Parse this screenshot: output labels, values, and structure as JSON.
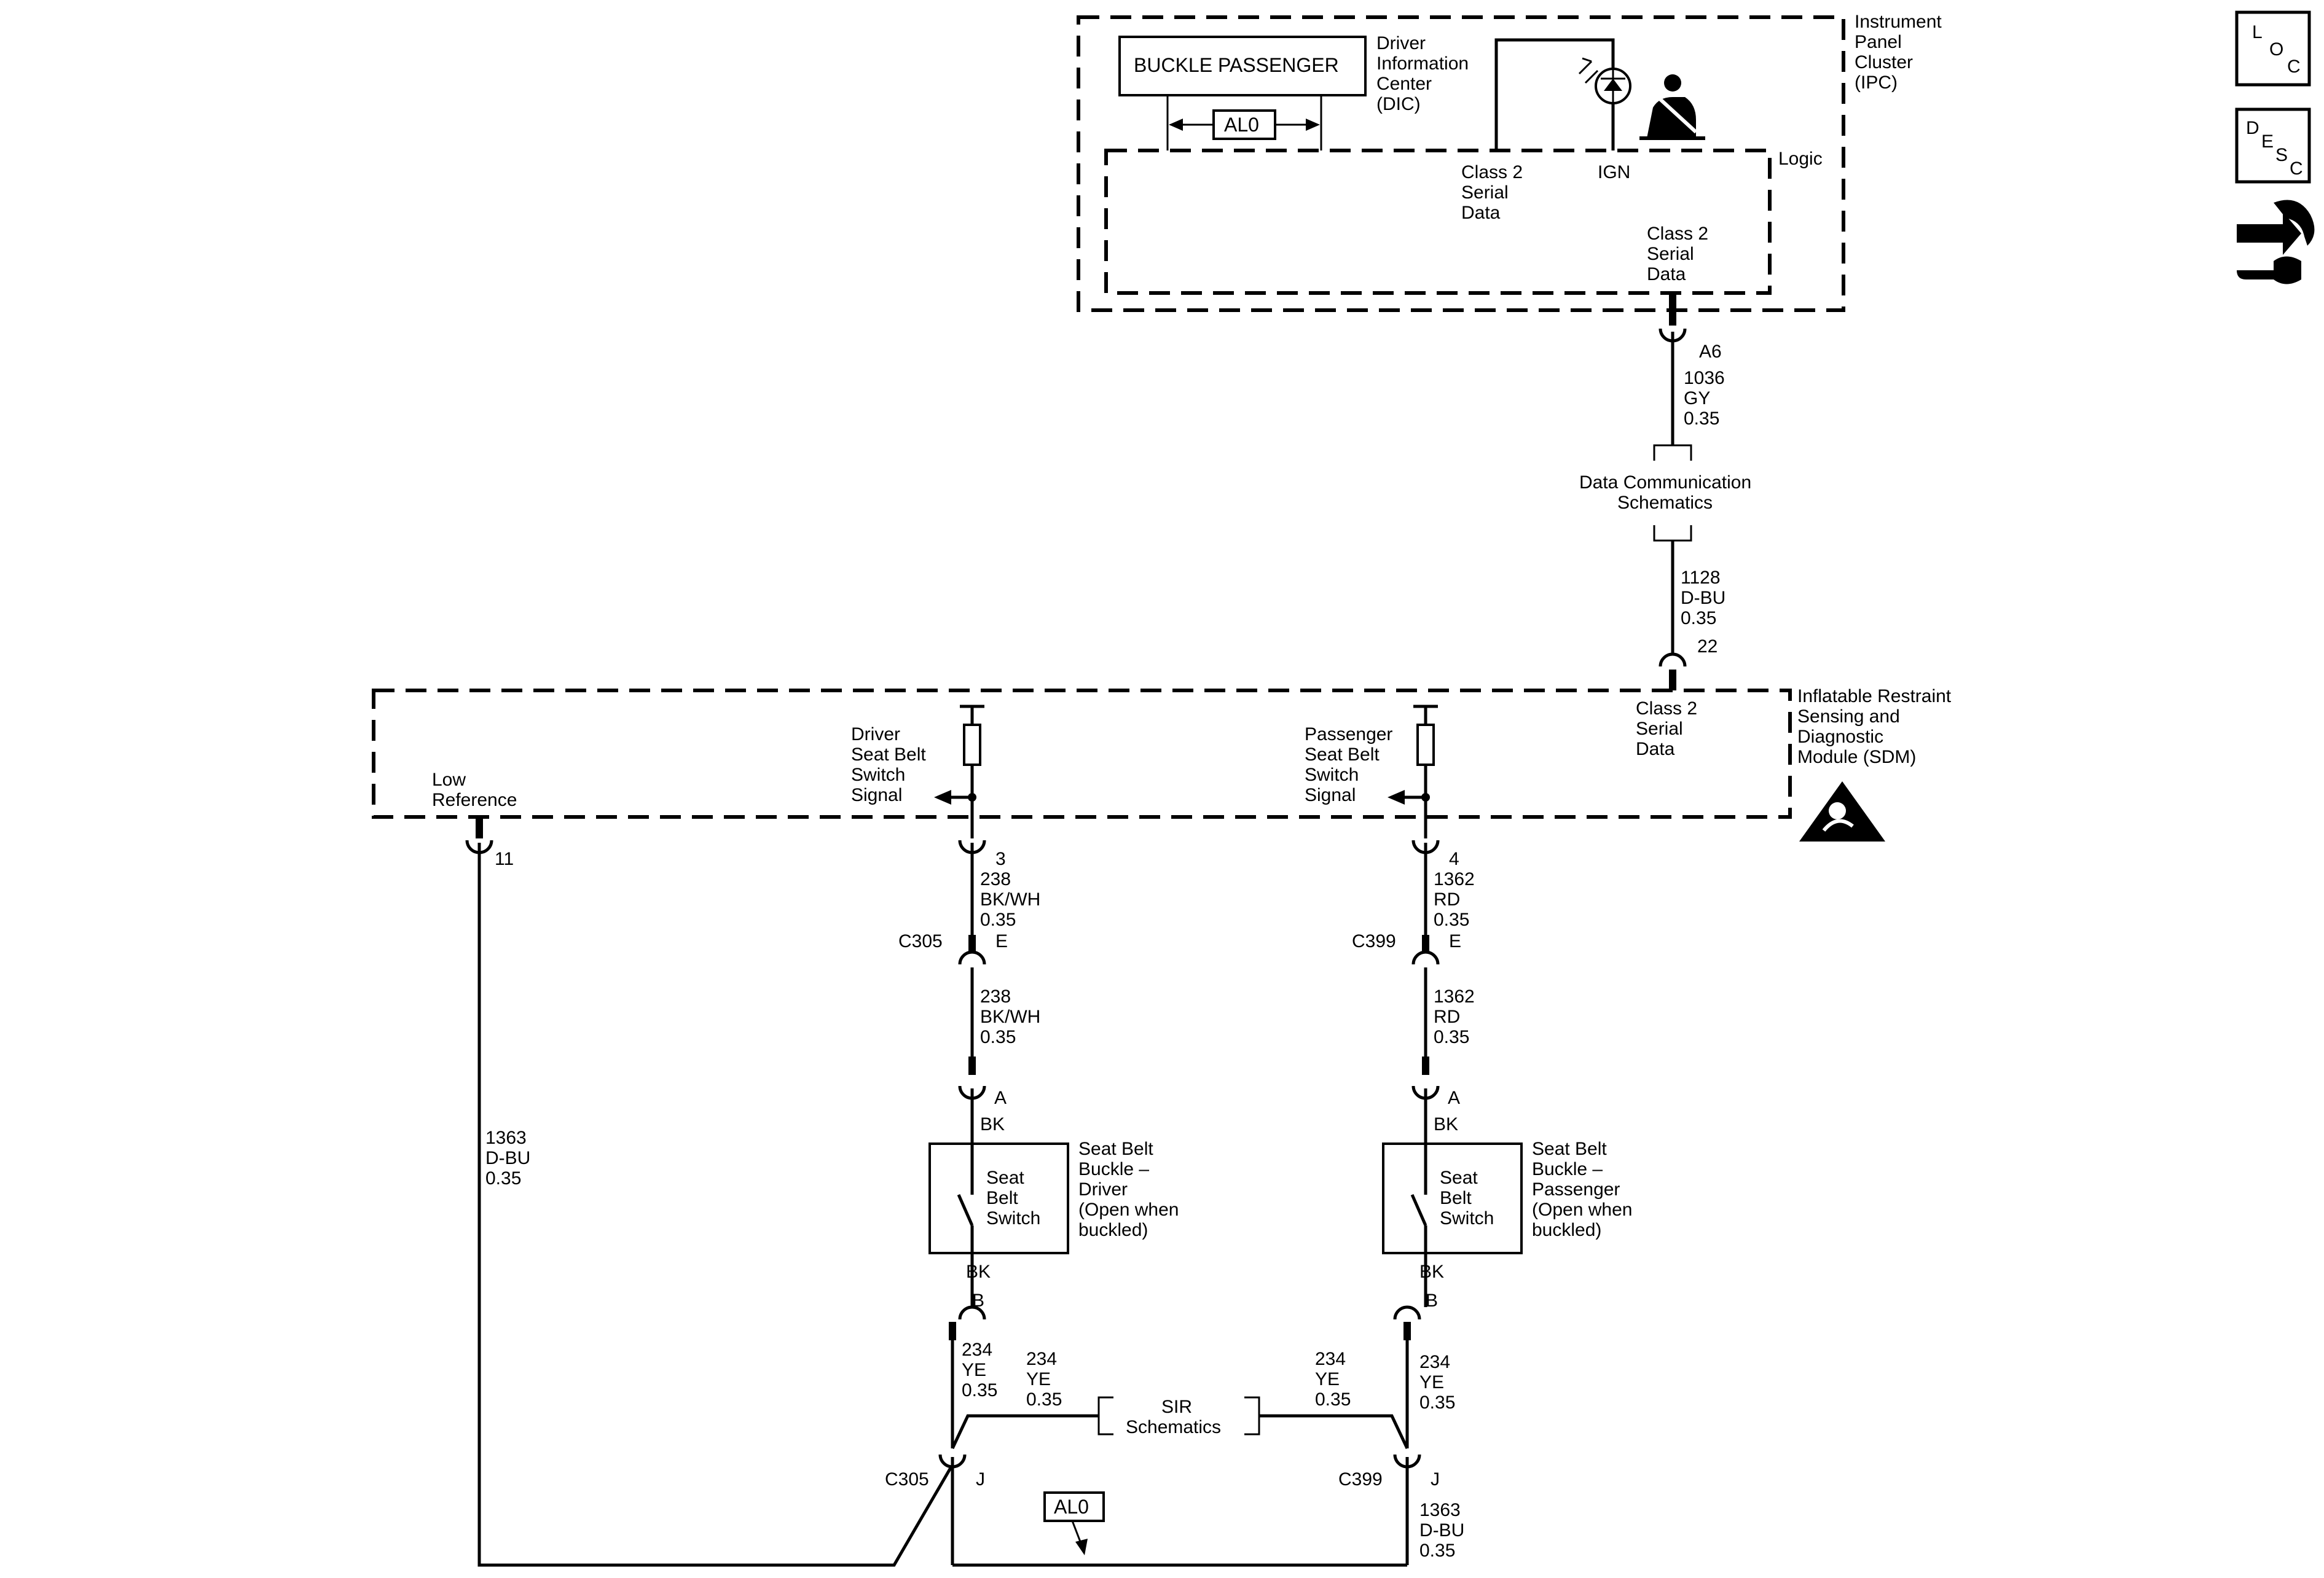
{
  "modules": {
    "ipc": {
      "name": [
        "Instrument",
        "Panel",
        "Cluster",
        "(IPC)"
      ],
      "logic": "Logic"
    },
    "dic": {
      "name": [
        "Driver",
        "Information",
        "Center",
        "(DIC)"
      ],
      "message": "BUCKLE PASSENGER",
      "option_code": "AL0"
    },
    "ipc_pins": {
      "class2_top": [
        "Class 2",
        "Serial",
        "Data"
      ],
      "ign": "IGN",
      "class2_bottom": [
        "Class 2",
        "Serial",
        "Data"
      ]
    },
    "sdm": {
      "name": [
        "Inflatable Restraint",
        "Sensing and",
        "Diagnostic",
        "Module (SDM)"
      ],
      "low_reference": [
        "Low",
        "Reference"
      ],
      "driver_signal": [
        "Driver",
        "Seat Belt",
        "Switch",
        "Signal"
      ],
      "passenger_signal": [
        "Passenger",
        "Seat Belt",
        "Switch",
        "Signal"
      ],
      "class2": [
        "Class 2",
        "Serial",
        "Data"
      ]
    }
  },
  "wires": {
    "ipc_a6": {
      "pin": "A6",
      "circuit": "1036",
      "color": "GY",
      "size": "0.35"
    },
    "data_comm": [
      "Data Communication",
      "Schematics"
    ],
    "sdm_22": {
      "circuit": "1128",
      "color": "D-BU",
      "size": "0.35",
      "pin": "22"
    },
    "low_ref": {
      "pin": "11",
      "circuit": "1363",
      "color": "D-BU",
      "size": "0.35"
    },
    "driver_upper": {
      "pin": "3",
      "circuit": "238",
      "color": "BK/WH",
      "size": "0.35"
    },
    "driver_lower": {
      "circuit": "238",
      "color": "BK/WH",
      "size": "0.35"
    },
    "passenger_upper": {
      "pin": "4",
      "circuit": "1362",
      "color": "RD",
      "size": "0.35"
    },
    "passenger_lower": {
      "circuit": "1362",
      "color": "RD",
      "size": "0.35"
    },
    "driver_yel_left": {
      "circuit": "234",
      "color": "YE",
      "size": "0.35"
    },
    "driver_yel_right": {
      "circuit": "234",
      "color": "YE",
      "size": "0.35"
    },
    "pass_yel_left": {
      "circuit": "234",
      "color": "YE",
      "size": "0.35"
    },
    "pass_yel_right": {
      "circuit": "234",
      "color": "YE",
      "size": "0.35"
    },
    "sir": [
      "SIR",
      "Schematics"
    ],
    "ground_return": {
      "circuit": "1363",
      "color": "D-BU",
      "size": "0.35"
    }
  },
  "connectors": {
    "c305_top": {
      "name": "C305",
      "pin": "E"
    },
    "c399_top": {
      "name": "C399",
      "pin": "E"
    },
    "c305_bottom": {
      "name": "C305",
      "pin": "J"
    },
    "c399_bottom": {
      "name": "C399",
      "pin": "J"
    },
    "driver_a": {
      "pin": "A",
      "color": "BK"
    },
    "driver_b": {
      "pin": "B",
      "color": "BK"
    },
    "pass_a": {
      "pin": "A",
      "color": "BK"
    },
    "pass_b": {
      "pin": "B",
      "color": "BK"
    },
    "al0_bottom": "AL0"
  },
  "switches": {
    "driver": {
      "label": [
        "Seat",
        "Belt",
        "Switch"
      ],
      "desc": [
        "Seat Belt",
        "Buckle –",
        "Driver",
        "(Open when",
        "buckled)"
      ]
    },
    "passenger": {
      "label": [
        "Seat",
        "Belt",
        "Switch"
      ],
      "desc": [
        "Seat Belt",
        "Buckle –",
        "Passenger",
        "(Open when",
        "buckled)"
      ]
    }
  },
  "side_icons": {
    "loc": {
      "letters": [
        "L",
        "O",
        "C"
      ]
    },
    "desc": {
      "letters": [
        "D",
        "E",
        "S",
        "C"
      ]
    },
    "tools": "connector-wrench-icon"
  }
}
